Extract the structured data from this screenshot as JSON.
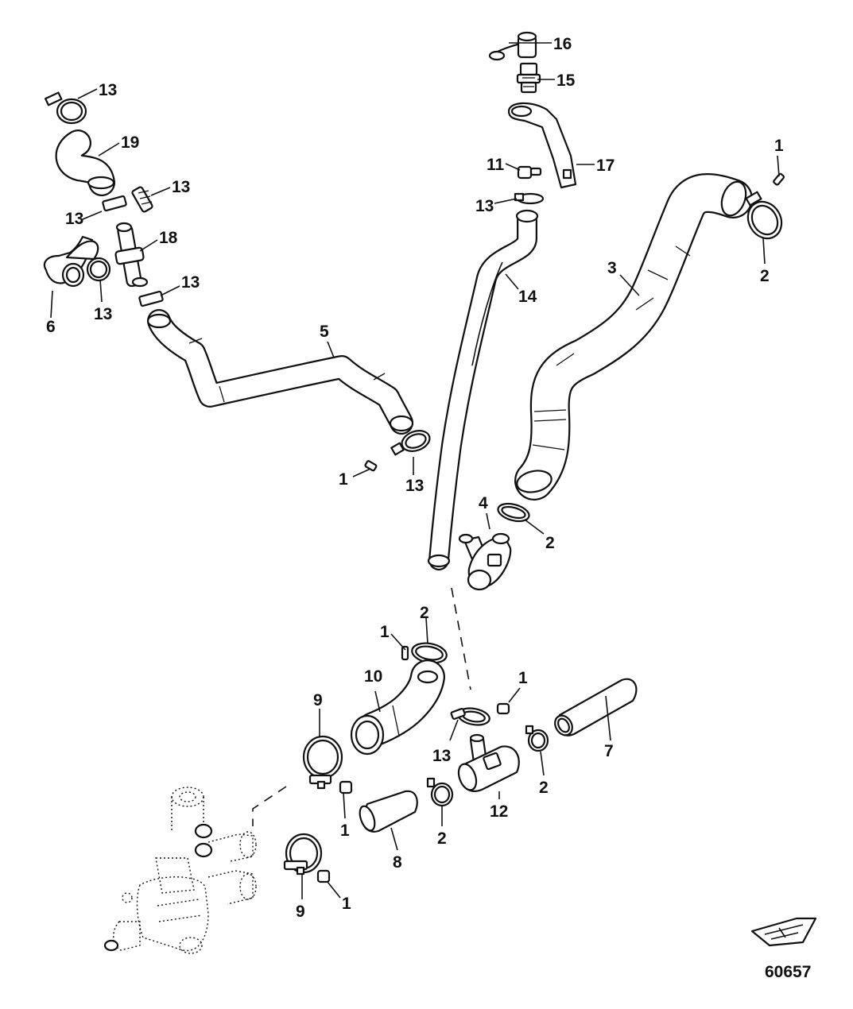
{
  "figure_number": "60657",
  "callouts": {
    "c1a": "1",
    "c1b": "1",
    "c1c": "1",
    "c1d": "1",
    "c1e": "1",
    "c1f": "1",
    "c2a": "2",
    "c2b": "2",
    "c2c": "2",
    "c2d": "2",
    "c2e": "2",
    "c3": "3",
    "c4": "4",
    "c5": "5",
    "c6": "6",
    "c7": "7",
    "c8": "8",
    "c9a": "9",
    "c9b": "9",
    "c10": "10",
    "c11": "11",
    "c12": "12",
    "c13a": "13",
    "c13b": "13",
    "c13c": "13",
    "c13d": "13",
    "c13e": "13",
    "c13f": "13",
    "c13g": "13",
    "c13h": "13",
    "c14": "14",
    "c15": "15",
    "c16": "16",
    "c17": "17",
    "c18": "18",
    "c19": "19"
  }
}
